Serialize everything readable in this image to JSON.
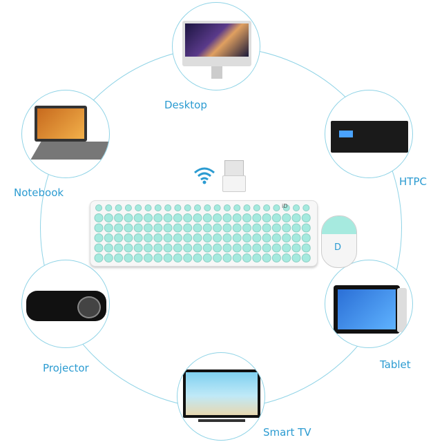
{
  "devices": {
    "desktop": "Desktop",
    "htpc": "HTPC",
    "notebook": "Notebook",
    "tablet": "Tablet",
    "projector": "Projector",
    "smart_tv": "Smart TV"
  },
  "brand_logo": "iD",
  "colors": {
    "accent": "#2b9bd1",
    "ring": "#8fd3e6",
    "keycap": "#a6eadf"
  }
}
